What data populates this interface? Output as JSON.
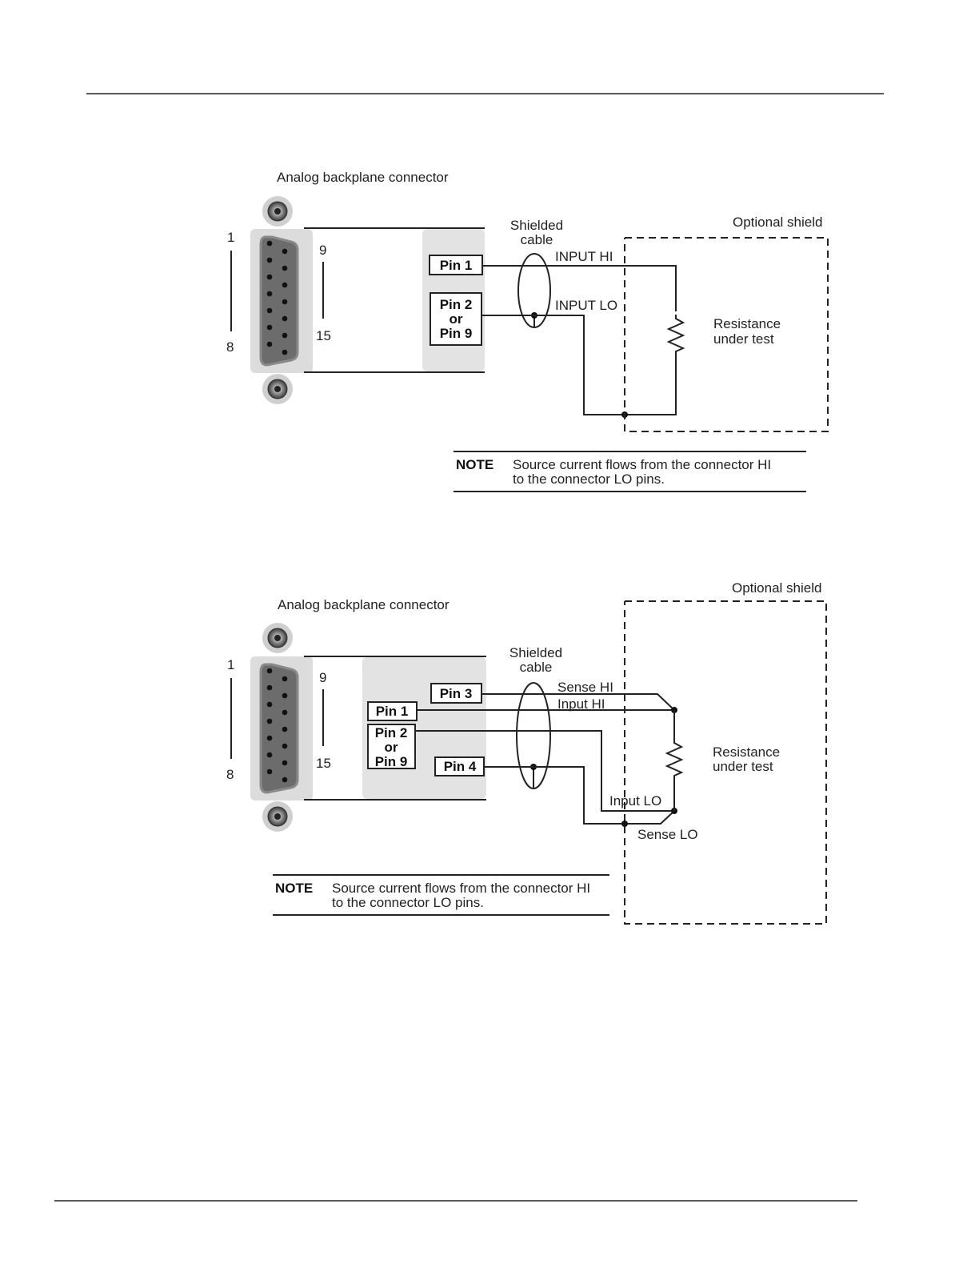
{
  "diagram1": {
    "connector_label": "Analog backplane connector",
    "pin_num_1": "1",
    "pin_num_8": "8",
    "pin_num_9": "9",
    "pin_num_15": "15",
    "pin1": "Pin 1",
    "pin2_line1": "Pin 2",
    "pin2_line2": "or",
    "pin2_line3": "Pin 9",
    "cable_line1": "Shielded",
    "cable_line2": "cable",
    "input_hi": "INPUT HI",
    "input_lo": "INPUT LO",
    "shield_label": "Optional shield",
    "res_line1": "Resistance",
    "res_line2": "under test",
    "note_label": "NOTE",
    "note_line1": "Source current flows from the connector HI",
    "note_line2": "to the connector LO pins."
  },
  "diagram2": {
    "connector_label": "Analog backplane connector",
    "pin_num_1": "1",
    "pin_num_8": "8",
    "pin_num_9": "9",
    "pin_num_15": "15",
    "pin3": "Pin 3",
    "pin1": "Pin 1",
    "pin2_line1": "Pin 2",
    "pin2_line2": "or",
    "pin2_line3": "Pin 9",
    "pin4": "Pin 4",
    "cable_line1": "Shielded",
    "cable_line2": "cable",
    "sense_hi": "Sense HI",
    "input_hi": "Input HI",
    "input_lo": "Input LO",
    "sense_lo": "Sense LO",
    "shield_label": "Optional shield",
    "res_line1": "Resistance",
    "res_line2": "under test",
    "note_label": "NOTE",
    "note_line1": "Source current flows from the connector HI",
    "note_line2": "to the connector LO pins."
  }
}
